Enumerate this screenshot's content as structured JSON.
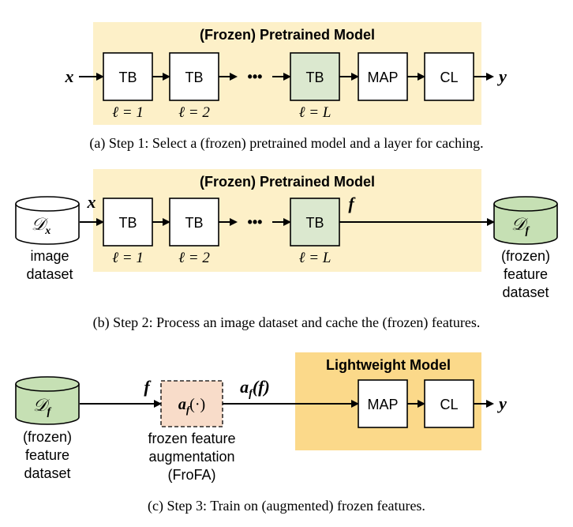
{
  "panel_a": {
    "header": "(Frozen) Pretrained Model",
    "input": "x",
    "blocks": [
      "TB",
      "TB",
      "TB",
      "MAP",
      "CL"
    ],
    "dots": "•••",
    "output": "y",
    "layer_labels": [
      "ℓ = 1",
      "ℓ = 2",
      "ℓ = L"
    ],
    "caption": "(a) Step 1: Select a (frozen) pretrained model and a layer for caching."
  },
  "panel_b": {
    "header": "(Frozen) Pretrained Model",
    "dataset_symbol": "𝒟",
    "dataset_sub": "x",
    "dataset_label": [
      "image",
      "dataset"
    ],
    "input": "x",
    "blocks": [
      "TB",
      "TB",
      "TB"
    ],
    "dots": "•••",
    "feature": "f",
    "layer_labels": [
      "ℓ = 1",
      "ℓ = 2",
      "ℓ = L"
    ],
    "out_symbol": "𝒟",
    "out_sub": "f",
    "out_label": [
      "(frozen)",
      "feature",
      "dataset"
    ],
    "caption": "(b) Step 2: Process an image dataset and cache the (frozen) features."
  },
  "panel_c": {
    "header": "Lightweight Model",
    "dataset_symbol": "𝒟",
    "dataset_sub": "f",
    "dataset_label": [
      "(frozen)",
      "feature",
      "dataset"
    ],
    "feature": "f",
    "aug_box": "a",
    "aug_sub": "f",
    "aug_arg": "(·)",
    "aug_out": "a",
    "aug_out_sub": "f",
    "aug_out_arg": "(f)",
    "aug_label": [
      "frozen feature",
      "augmentation",
      "(FroFA)"
    ],
    "blocks": [
      "MAP",
      "CL"
    ],
    "output": "y",
    "caption": "(c) Step 3: Train on (augmented) frozen features."
  },
  "colors": {
    "model_bg": "#fdf0c8",
    "lightweight_bg": "#fbd98a",
    "green_block": "#dbe8cf",
    "cylinder_green": "#c6e0b4",
    "aug_box": "#f8dcc9"
  }
}
